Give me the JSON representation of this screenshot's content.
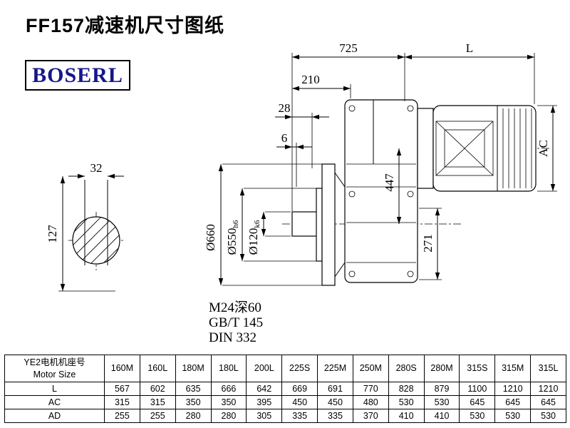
{
  "title": "FF157减速机尺寸图纸",
  "logo_text": "BOSERL",
  "drawing": {
    "dim_725": "725",
    "dim_L": "L",
    "dim_210": "210",
    "dim_28": "28",
    "dim_6": "6",
    "dim_AC": "AC",
    "dim_447": "447",
    "dim_271": "271",
    "dim_32": "32",
    "dim_127": "127",
    "dia_flange": "Ø660",
    "dia_spigot_main": "Ø550",
    "dia_spigot_tol": "h6",
    "dia_shaft_main": "Ø120",
    "dia_shaft_tol": "k6",
    "note_tap": "M24深60",
    "note_gb": "GB/T 145",
    "note_din": "DIN 332"
  },
  "table": {
    "header_cn": "YE2电机机座号",
    "header_en": "Motor Size",
    "frame_sizes": [
      "160M",
      "160L",
      "180M",
      "180L",
      "200L",
      "225S",
      "225M",
      "250M",
      "280S",
      "280M",
      "315S",
      "315M",
      "315L"
    ],
    "rows": [
      {
        "label": "L",
        "values": [
          "567",
          "602",
          "635",
          "666",
          "642",
          "669",
          "691",
          "770",
          "828",
          "879",
          "1100",
          "1210",
          "1210"
        ]
      },
      {
        "label": "AC",
        "values": [
          "315",
          "315",
          "350",
          "350",
          "395",
          "450",
          "450",
          "480",
          "530",
          "530",
          "645",
          "645",
          "645"
        ]
      },
      {
        "label": "AD",
        "values": [
          "255",
          "255",
          "280",
          "280",
          "305",
          "335",
          "335",
          "370",
          "410",
          "410",
          "530",
          "530",
          "530"
        ]
      }
    ]
  }
}
